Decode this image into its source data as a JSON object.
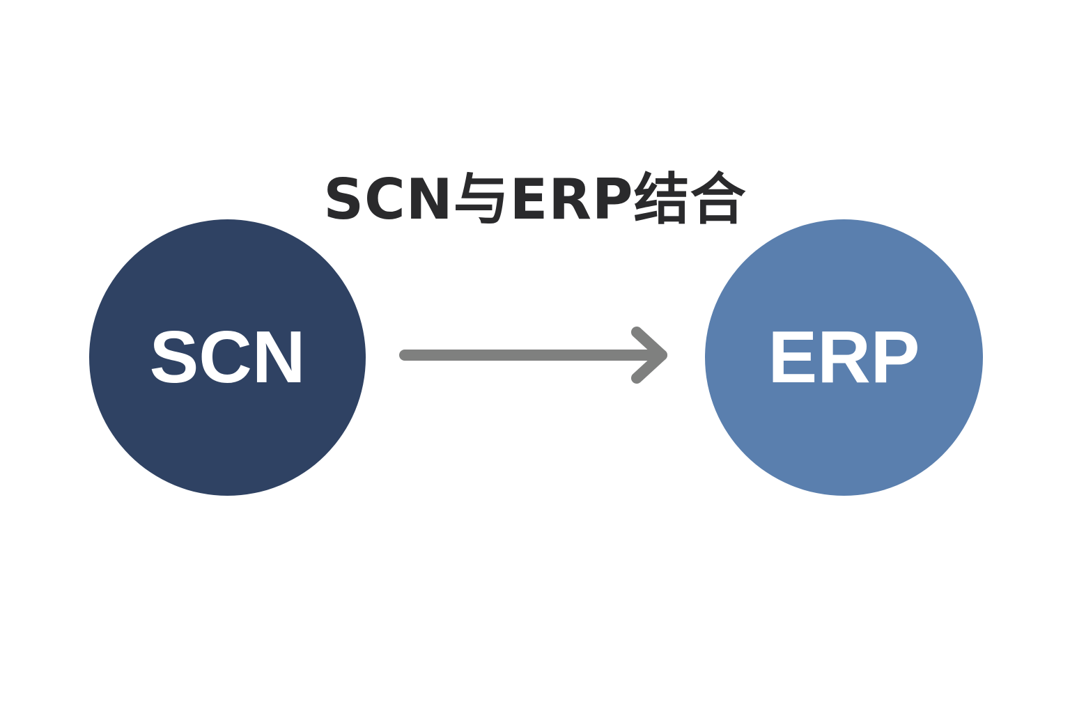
{
  "title": "SCN与ERP结合",
  "nodes": [
    {
      "id": "scn",
      "label": "SCN",
      "color": "#2f4263"
    },
    {
      "id": "erp",
      "label": "ERP",
      "color": "#5a7fae"
    }
  ],
  "edges": [
    {
      "from": "scn",
      "to": "erp",
      "color": "#7f807f"
    }
  ]
}
